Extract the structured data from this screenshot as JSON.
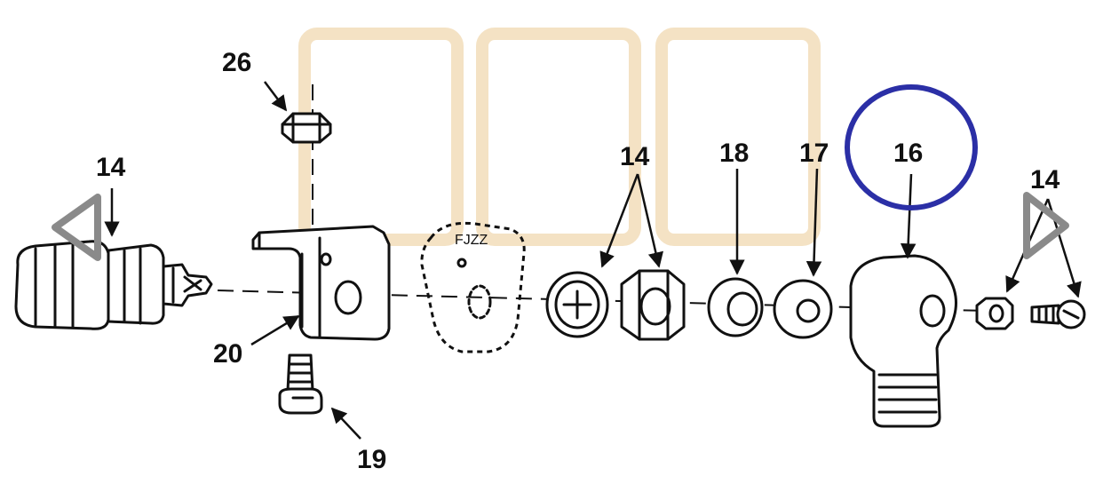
{
  "diagram": {
    "callouts": {
      "left_14": "14",
      "nut_26": "26",
      "bracket_20": "20",
      "screw_19": "19",
      "pair_14": "14",
      "washer_18": "18",
      "washer_17": "17",
      "cap_16": "16",
      "right_14": "14",
      "plate_marking": "FJZZ"
    },
    "colors": {
      "highlight_circle": "#2b2fa6",
      "watermark": "#f4e2c4",
      "nav_arrows": "#8a8a8a",
      "line_art": "#111111"
    },
    "icons": [
      "nav-left-icon",
      "nav-right-icon",
      "highlight-circle"
    ]
  }
}
